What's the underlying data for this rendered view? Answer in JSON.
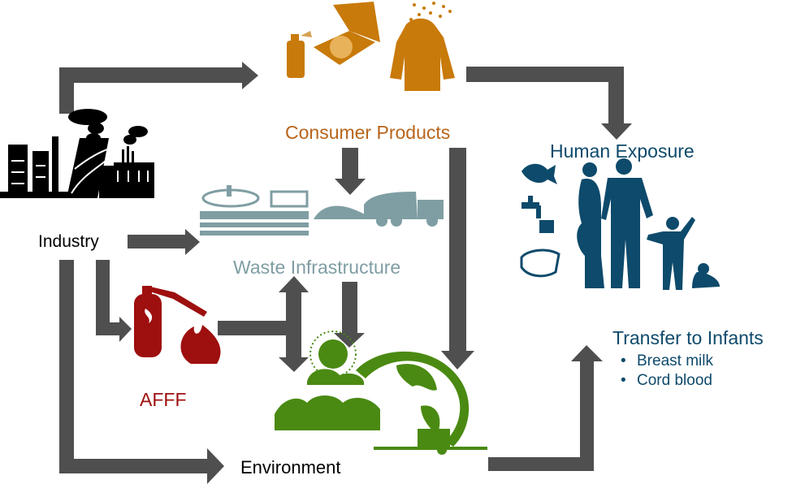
{
  "title": "PFAS exposure pathways",
  "colors": {
    "arrow": "#4f4f4f",
    "industry": "#000000",
    "consumer": "#c87a0a",
    "consumer_text": "#b8651b",
    "waste": "#7f9ea3",
    "afff": "#9e0f0f",
    "environment": "#4a8a12",
    "human": "#0e4a6b"
  },
  "nodes": {
    "industry": {
      "label": "Industry",
      "icon": "factory-icon"
    },
    "consumer_products": {
      "label": "Consumer Products",
      "icons": [
        "spray-can-icon",
        "pizza-box-icon",
        "rain-jacket-icon"
      ]
    },
    "waste_infrastructure": {
      "label": "Waste Infrastructure",
      "icons": [
        "wastewater-treatment-icon",
        "landfill-icon",
        "garbage-truck-icon"
      ]
    },
    "afff": {
      "label": "AFFF",
      "icons": [
        "fire-extinguisher-icon",
        "flame-icon"
      ]
    },
    "environment": {
      "label": "Environment",
      "icons": [
        "sun-icon",
        "cloud-icon",
        "wave-icon",
        "globe-icon",
        "harvester-icon"
      ]
    },
    "human_exposure": {
      "label": "Human Exposure",
      "icons": [
        "fish-icon",
        "water-tap-icon",
        "dust-mask-icon",
        "family-icon"
      ]
    },
    "transfer_to_infants": {
      "label": "Transfer to Infants",
      "bullets": [
        "Breast milk",
        "Cord blood"
      ]
    }
  },
  "edges": [
    {
      "from": "Industry",
      "to": "Consumer Products"
    },
    {
      "from": "Industry",
      "to": "Waste Infrastructure"
    },
    {
      "from": "Industry",
      "to": "AFFF"
    },
    {
      "from": "Industry",
      "to": "Environment"
    },
    {
      "from": "Consumer Products",
      "to": "Human Exposure"
    },
    {
      "from": "Consumer Products",
      "to": "Waste Infrastructure"
    },
    {
      "from": "Consumer Products",
      "to": "Environment"
    },
    {
      "from": "Waste Infrastructure",
      "to": "Environment"
    },
    {
      "from": "AFFF",
      "to": "Waste Infrastructure"
    },
    {
      "from": "AFFF",
      "to": "Environment"
    },
    {
      "from": "Environment",
      "to": "Transfer to Infants / Human Exposure"
    }
  ]
}
